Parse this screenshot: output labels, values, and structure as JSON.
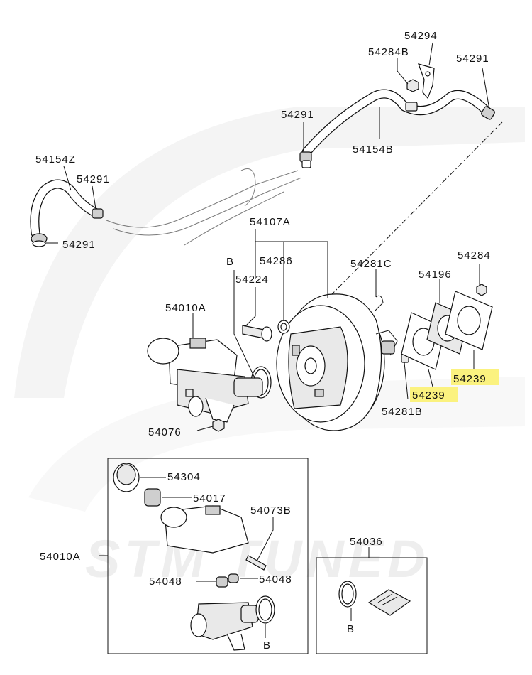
{
  "watermark": "STM TUNED",
  "colors": {
    "highlight": "#fbf27f",
    "line": "#111111",
    "background": "#ffffff"
  },
  "labels": {
    "p54294": "54294",
    "p54284B": "54284B",
    "p54291_top": "54291",
    "p54291_mid": "54291",
    "p54154B": "54154B",
    "p54154Z": "54154Z",
    "p54291_left": "54291",
    "p54291_bottom": "54291",
    "p54107A": "54107A",
    "pB_top": "B",
    "p54286": "54286",
    "p54224": "54224",
    "p54281C": "54281C",
    "p54196": "54196",
    "p54284": "54284",
    "p54010A": "54010A",
    "p54239_right": "54239",
    "p54239_left": "54239",
    "p54281B": "54281B",
    "p54076": "54076",
    "p54304": "54304",
    "p54017": "54017",
    "p54073B": "54073B",
    "p54010A_inset": "54010A",
    "p54048_left": "54048",
    "p54048_right": "54048",
    "pB_inset": "B",
    "p54036": "54036",
    "pB_kit": "B"
  }
}
